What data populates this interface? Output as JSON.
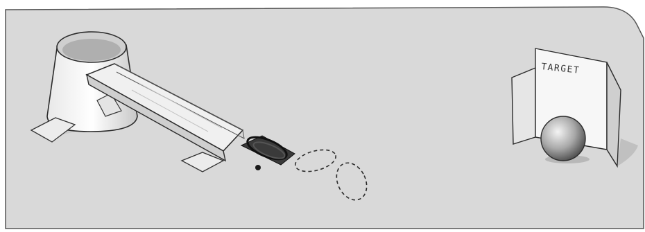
{
  "illustration": {
    "target_label": "TARGET",
    "colors": {
      "table": "#d9d9d9",
      "ink": "#2b2b2b",
      "paper": "#f2f2f2",
      "shadow": "#9a9a9a"
    },
    "objects": [
      "cup",
      "ramp",
      "tape",
      "rubber-bands",
      "marble",
      "target-card",
      "ball"
    ]
  }
}
